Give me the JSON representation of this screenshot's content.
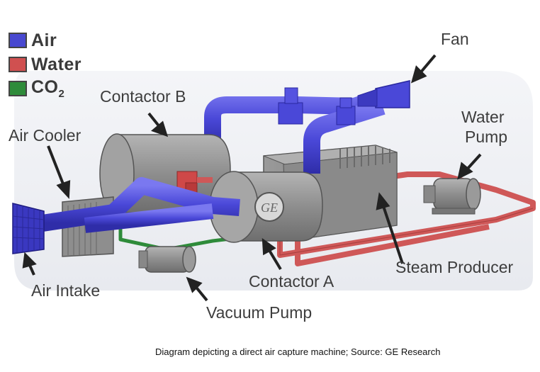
{
  "legend": [
    {
      "label": "Air",
      "color": "#4848d0"
    },
    {
      "label": "Water",
      "color": "#d05050"
    },
    {
      "label": "CO",
      "sub": "2",
      "color": "#2e8b3a"
    }
  ],
  "labels": {
    "fan": "Fan",
    "contactor_b": "Contactor B",
    "air_cooler": "Air Cooler",
    "water_pump_1": "Water",
    "water_pump_2": "Pump",
    "steam_producer": "Steam Producer",
    "contactor_a": "Contactor A",
    "air_intake": "Air Intake",
    "vacuum_pump": "Vacuum Pump"
  },
  "caption": "Diagram depicting a direct air capture machine; Source: GE Research",
  "colors": {
    "air_pipe": "#4a48d8",
    "water_pipe": "#cf5858",
    "co2_pipe": "#2e8b3a",
    "machine_gray": "#8a8a8a",
    "background_panel": "#eef0f4"
  }
}
